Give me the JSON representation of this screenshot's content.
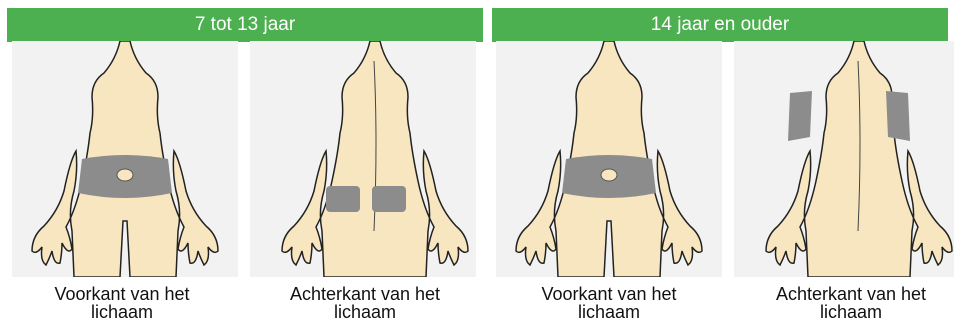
{
  "groups": [
    {
      "label": "7 tot 13 jaar"
    },
    {
      "label": "14 jaar en ouder"
    }
  ],
  "panels": [
    {
      "caption_line1": "Voorkant van het",
      "caption_line2": "lichaam",
      "view": "front",
      "shaded_areas": [
        "abdomen"
      ]
    },
    {
      "caption_line1": "Achterkant van het",
      "caption_line2": "lichaam",
      "view": "back",
      "shaded_areas": [
        "buttocks"
      ]
    },
    {
      "caption_line1": "Voorkant van het",
      "caption_line2": "lichaam",
      "view": "front",
      "shaded_areas": [
        "abdomen"
      ]
    },
    {
      "caption_line1": "Achterkant van het",
      "caption_line2": "lichaam",
      "view": "back",
      "shaded_areas": [
        "upper-arms"
      ]
    }
  ],
  "colors": {
    "header": "#4caf50",
    "panel_bg": "#f2f2f2",
    "skin": "#f8e6c0",
    "outline": "#222222",
    "injection_area": "#8c8c8c"
  }
}
